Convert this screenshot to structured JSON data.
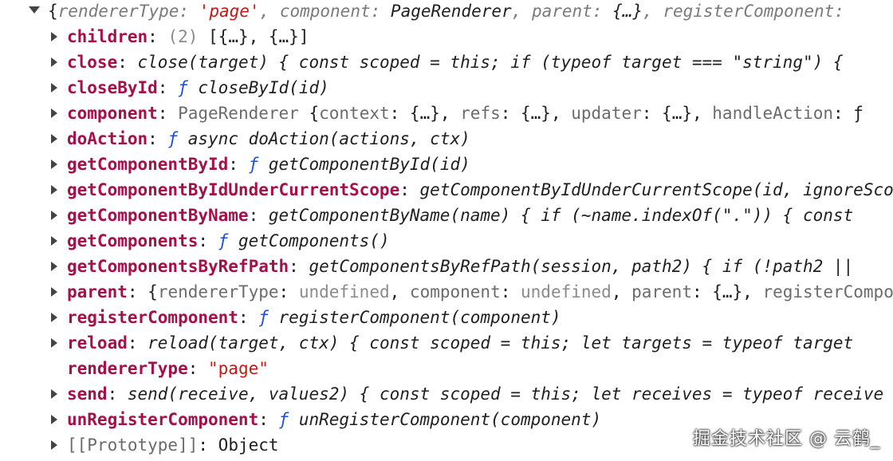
{
  "root": {
    "open_brace": "{",
    "k1": "rendererType",
    "v1": "'page'",
    "k2": "component",
    "v2": "PageRenderer",
    "k3": "parent",
    "v3": "{…}",
    "k4": "registerComponent",
    "tail": ": "
  },
  "rows": [
    {
      "key": "children",
      "parts": [
        {
          "cls": "dim",
          "t": "(2) "
        },
        {
          "cls": "plain",
          "t": "[{…}, {…}]"
        }
      ]
    },
    {
      "key": "close",
      "parts": [
        {
          "cls": "it",
          "t": "close(target) { const scoped = this; if (typeof target === \"string\") { "
        }
      ]
    },
    {
      "key": "closeById",
      "parts": [
        {
          "cls": "f",
          "t": "ƒ "
        },
        {
          "cls": "it",
          "t": "closeById(id)"
        }
      ]
    },
    {
      "key": "component",
      "parts": [
        {
          "cls": "greykey",
          "t": "PageRenderer "
        },
        {
          "cls": "plain",
          "t": "{"
        },
        {
          "cls": "greykey",
          "t": "context"
        },
        {
          "cls": "plain",
          "t": ": {…}, "
        },
        {
          "cls": "greykey",
          "t": "refs"
        },
        {
          "cls": "plain",
          "t": ": {…}, "
        },
        {
          "cls": "greykey",
          "t": "updater"
        },
        {
          "cls": "plain",
          "t": ": {…}, "
        },
        {
          "cls": "greykey",
          "t": "handleAction"
        },
        {
          "cls": "plain",
          "t": ": ƒ"
        }
      ]
    },
    {
      "key": "doAction",
      "parts": [
        {
          "cls": "f",
          "t": "ƒ "
        },
        {
          "cls": "it",
          "t": "async doAction(actions, ctx)"
        }
      ]
    },
    {
      "key": "getComponentById",
      "parts": [
        {
          "cls": "f",
          "t": "ƒ "
        },
        {
          "cls": "it",
          "t": "getComponentById(id)"
        }
      ]
    },
    {
      "key": "getComponentByIdUnderCurrentScope",
      "parts": [
        {
          "cls": "it",
          "t": "getComponentByIdUnderCurrentScope(id, ignoreScope"
        }
      ]
    },
    {
      "key": "getComponentByName",
      "parts": [
        {
          "cls": "it",
          "t": "getComponentByName(name) { if (~name.indexOf(\".\")) { const "
        }
      ]
    },
    {
      "key": "getComponents",
      "parts": [
        {
          "cls": "f",
          "t": "ƒ "
        },
        {
          "cls": "it",
          "t": "getComponents()"
        }
      ]
    },
    {
      "key": "getComponentsByRefPath",
      "parts": [
        {
          "cls": "it",
          "t": "getComponentsByRefPath(session, path2) { if (!path2 || "
        }
      ]
    },
    {
      "key": "parent",
      "parts": [
        {
          "cls": "plain",
          "t": "{"
        },
        {
          "cls": "greykey",
          "t": "rendererType"
        },
        {
          "cls": "plain",
          "t": ": "
        },
        {
          "cls": "dim",
          "t": "undefined"
        },
        {
          "cls": "plain",
          "t": ", "
        },
        {
          "cls": "greykey",
          "t": "component"
        },
        {
          "cls": "plain",
          "t": ": "
        },
        {
          "cls": "dim",
          "t": "undefined"
        },
        {
          "cls": "plain",
          "t": ", "
        },
        {
          "cls": "greykey",
          "t": "parent"
        },
        {
          "cls": "plain",
          "t": ": {…}, "
        },
        {
          "cls": "greykey",
          "t": "registerComponent"
        }
      ]
    },
    {
      "key": "registerComponent",
      "parts": [
        {
          "cls": "f",
          "t": "ƒ "
        },
        {
          "cls": "it",
          "t": "registerComponent(component)"
        }
      ]
    },
    {
      "key": "reload",
      "parts": [
        {
          "cls": "it",
          "t": "reload(target, ctx) { const scoped = this; let targets = typeof target "
        }
      ]
    },
    {
      "key": "rendererType",
      "noarrow": true,
      "parts": [
        {
          "cls": "str",
          "t": "\"page\""
        }
      ]
    },
    {
      "key": "send",
      "parts": [
        {
          "cls": "it",
          "t": "send(receive, values2) { const scoped = this; let receives = typeof receive"
        }
      ]
    },
    {
      "key": "unRegisterComponent",
      "parts": [
        {
          "cls": "f",
          "t": "ƒ "
        },
        {
          "cls": "it",
          "t": "unRegisterComponent(component)"
        }
      ]
    },
    {
      "key": "[[Prototype]]",
      "proto": true,
      "parts": [
        {
          "cls": "plain",
          "t": "Object"
        }
      ]
    }
  ],
  "watermark": "掘金技术社区 @ 云鹤_"
}
